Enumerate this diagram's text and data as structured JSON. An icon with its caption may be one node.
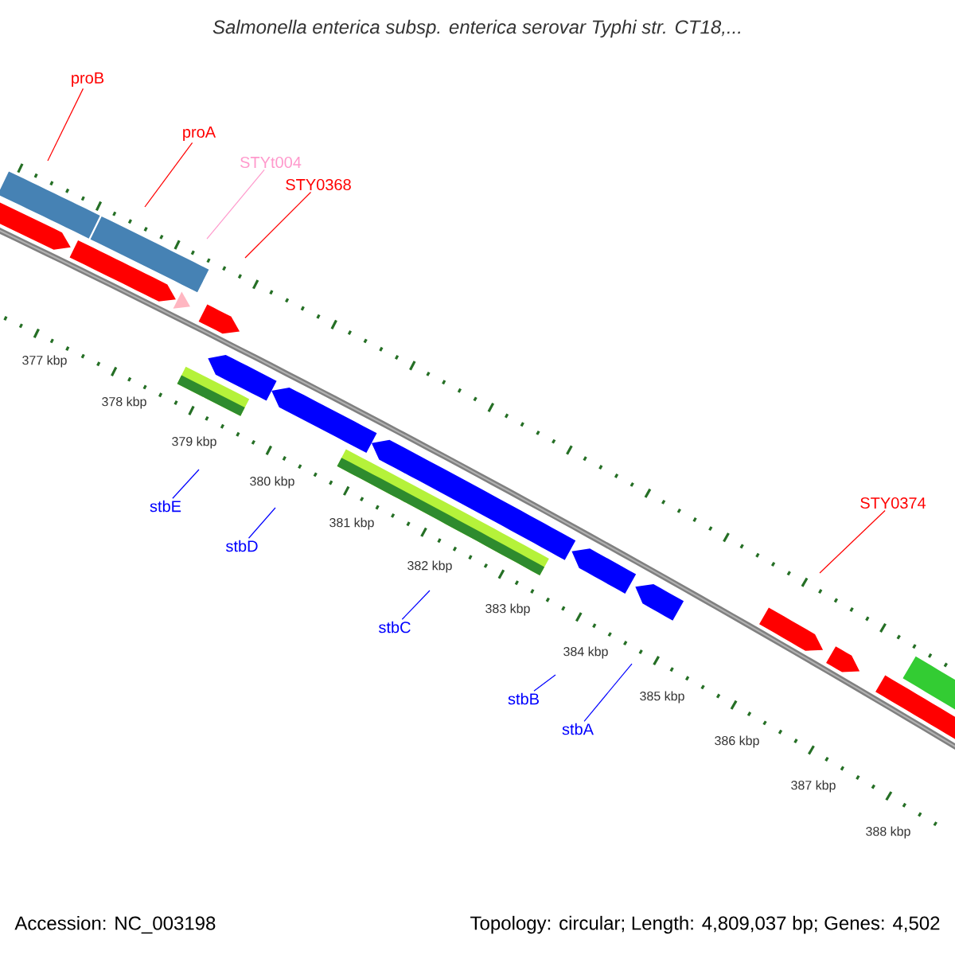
{
  "diagram": {
    "title": "Salmonella enterica subsp. enterica serovar Typhi str. CT18,...",
    "nodes": [
      {
        "text": [
          "proB"
        ]
      },
      {
        "text": [
          "proA"
        ]
      },
      {
        "text": [
          "STYt004"
        ]
      },
      {
        "text": [
          "STY0368"
        ]
      },
      {
        "text": [
          "STY0374"
        ]
      },
      {
        "text": [
          "stbE"
        ]
      },
      {
        "text": [
          "stbD"
        ]
      },
      {
        "text": [
          "stbC"
        ]
      },
      {
        "text": [
          "stbB"
        ]
      },
      {
        "text": [
          "stbA"
        ]
      }
    ],
    "edges": [
      {
        "from": 0,
        "to": null,
        "arrow": "none",
        "color": "#ff0000"
      },
      {
        "from": 1,
        "to": null,
        "arrow": "none",
        "color": "#ff0000"
      },
      {
        "from": 2,
        "to": null,
        "arrow": "none",
        "color": "#ff99cc"
      },
      {
        "from": 3,
        "to": null,
        "arrow": "none",
        "color": "#ff0000"
      },
      {
        "from": 4,
        "to": null,
        "arrow": "none",
        "color": "#ff0000"
      },
      {
        "from": 5,
        "to": null,
        "arrow": "none"
      },
      {
        "from": 6,
        "to": null,
        "arrow": "none"
      },
      {
        "from": 7,
        "to": null,
        "arrow": "none"
      },
      {
        "from": 8,
        "to": null,
        "arrow": "none"
      },
      {
        "from": 9,
        "to": null,
        "arrow": "none"
      }
    ],
    "labels": [
      "377 kbp",
      "378 kbp",
      "379 kbp",
      "380 kbp",
      "381 kbp",
      "382 kbp",
      "383 kbp",
      "384 kbp",
      "385 kbp",
      "386 kbp",
      "387 kbp",
      "388 kbp",
      "Accession: NC_003198",
      "Topology: circular; Length: 4,809,037 bp; Genes: 4,502"
    ]
  }
}
